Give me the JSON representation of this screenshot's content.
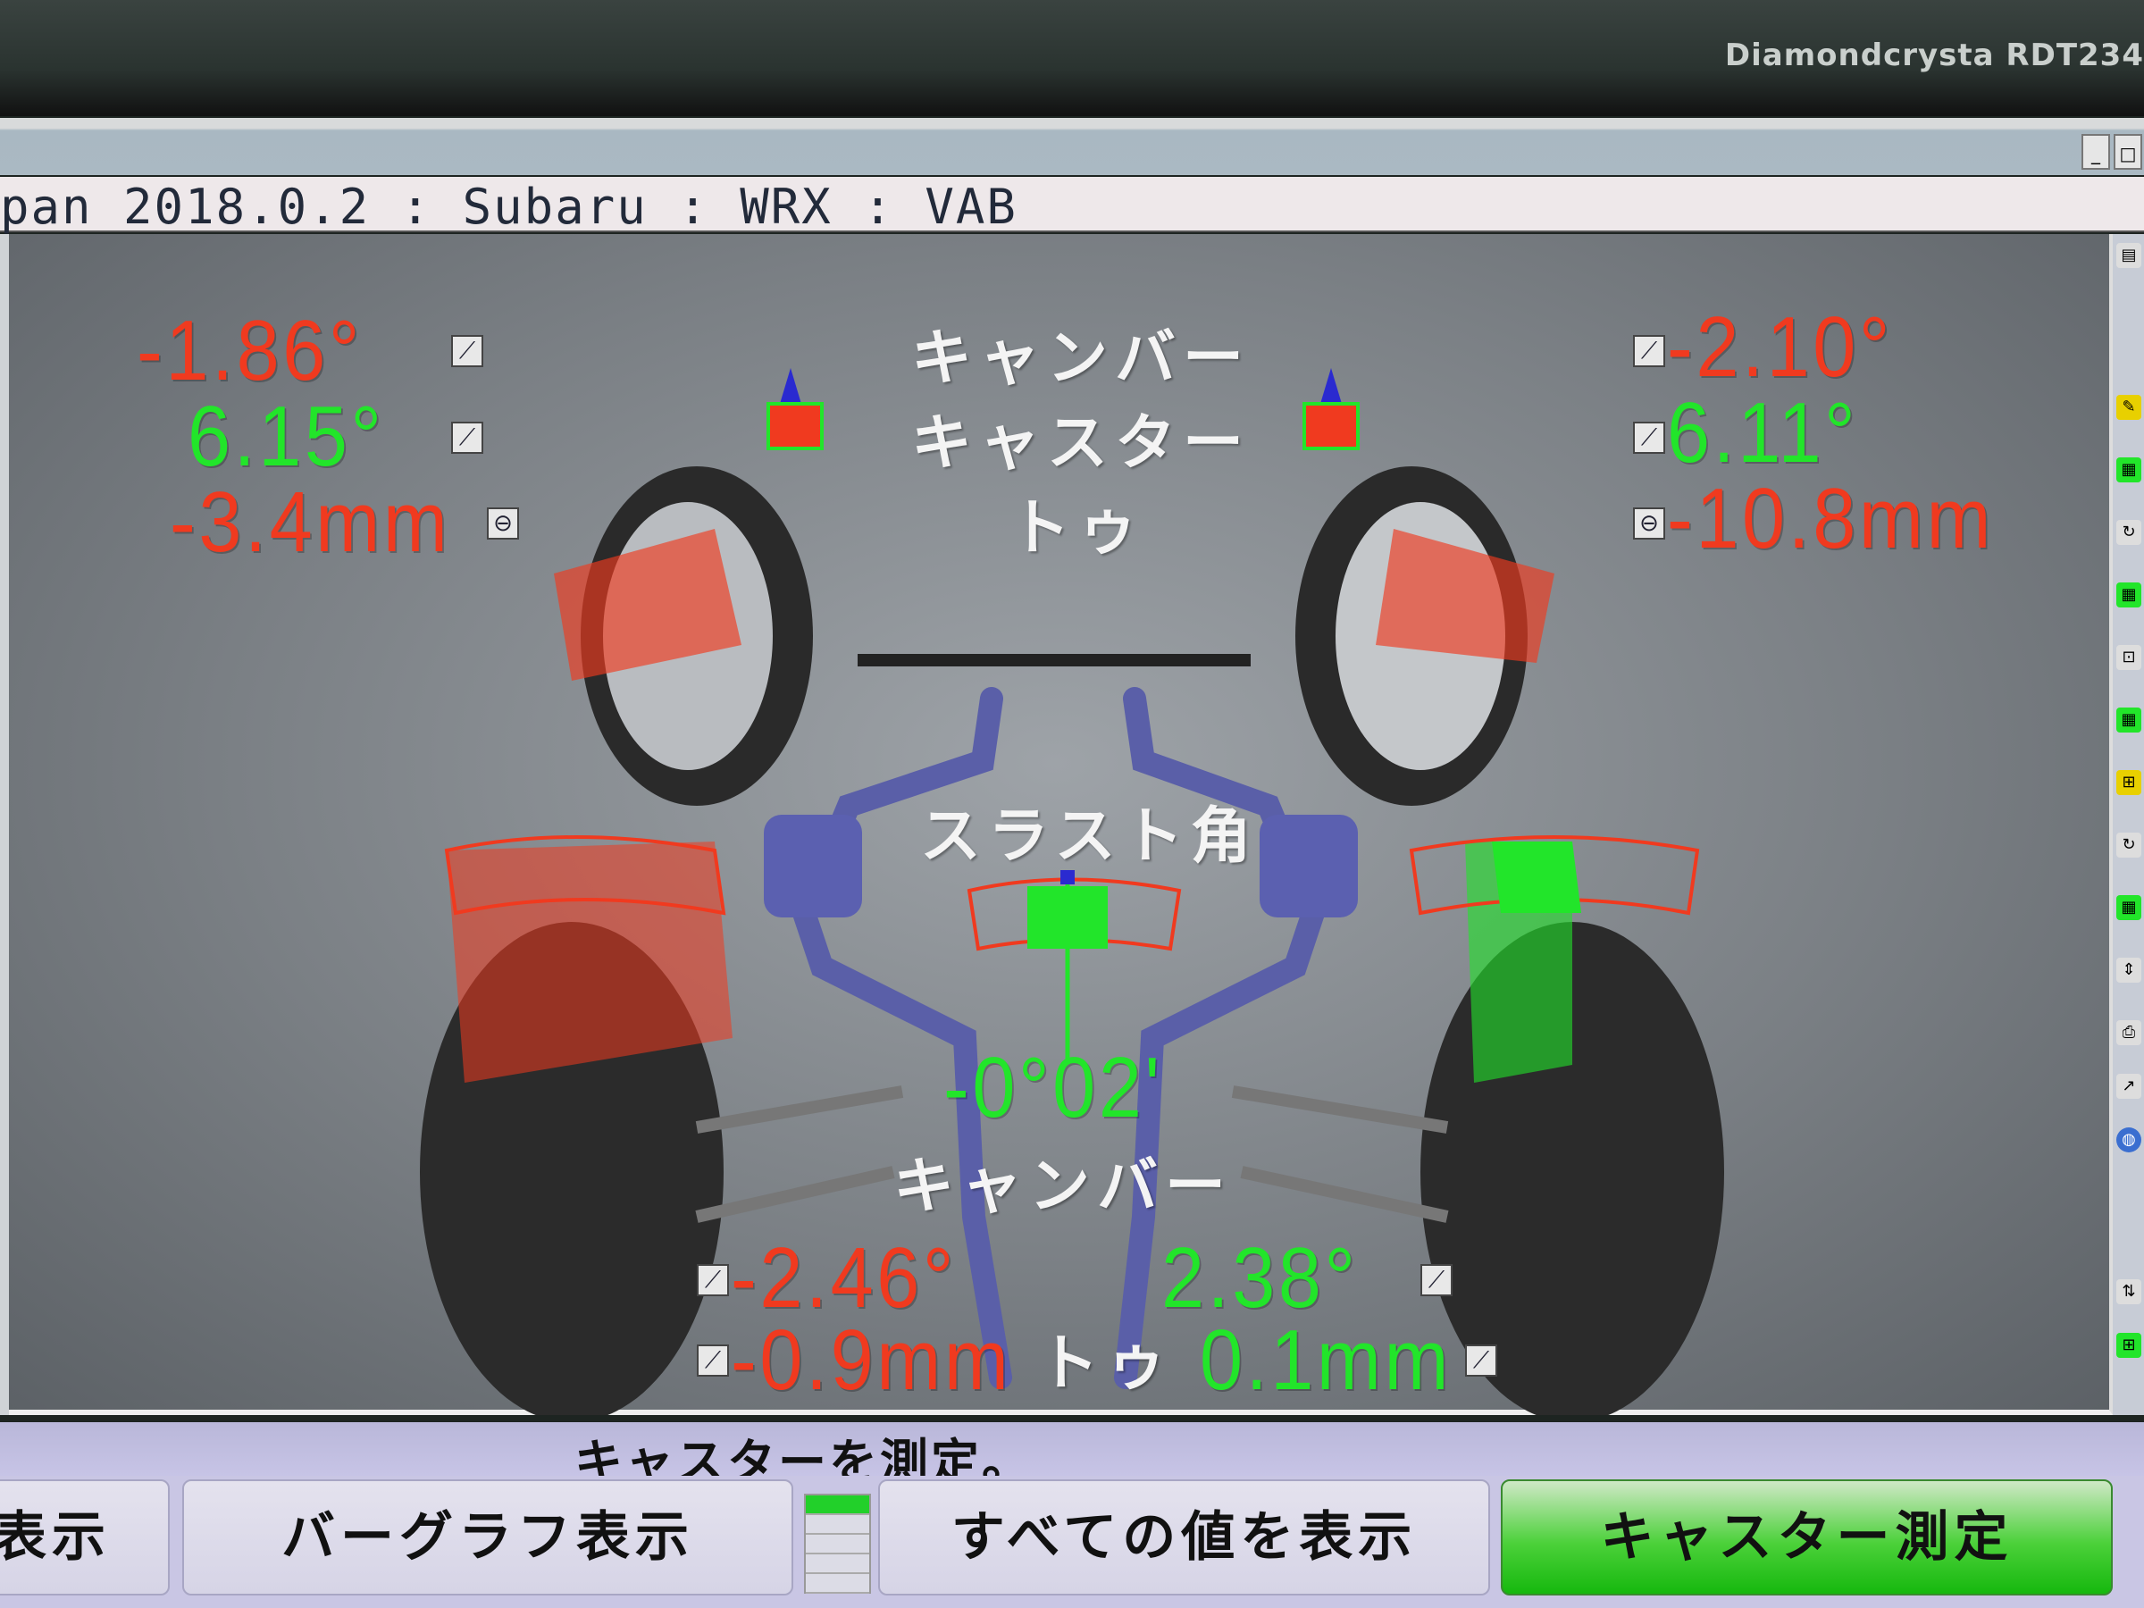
{
  "monitor": {
    "brand": "Diamondcrysta RDT234"
  },
  "window": {
    "minimize": "_",
    "maximize": "□"
  },
  "header": {
    "title": "pan 2018.0.2 : Subaru : WRX : VAB"
  },
  "front": {
    "labels": {
      "camber": "キャンバー",
      "caster": "キャスター",
      "toe": "トゥ"
    },
    "left": {
      "camber": "-1.86°",
      "caster": "6.15°",
      "toe": "-3.4mm"
    },
    "right": {
      "camber": "-2.10°",
      "caster": "6.11°",
      "toe": "-10.8mm"
    }
  },
  "thrust": {
    "label": "スラスト角",
    "value": "-0°02'"
  },
  "rear": {
    "labels": {
      "camber": "キャンバー",
      "toe": "トゥ"
    },
    "left": {
      "camber": "-2.46°",
      "toe": "-0.9mm"
    },
    "right": {
      "camber": "2.38°",
      "toe": "0.1mm"
    }
  },
  "status": "キャスターを測定。",
  "buttons": {
    "partial": "表示",
    "bar_graph": "バーグラフ表示",
    "show_all": "すべての値を表示",
    "measure_caster": "キャスター測定"
  },
  "colors": {
    "out_of_spec": "#f03a1f",
    "in_spec": "#22e52a",
    "accent_button": "#16b80e"
  }
}
